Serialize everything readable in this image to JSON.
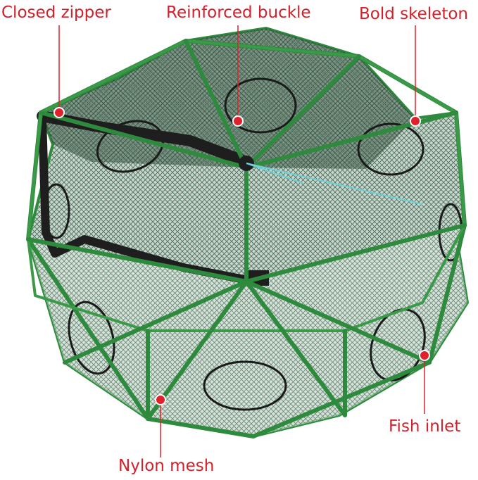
{
  "product": {
    "description": "Foldable green nylon fishing trap net with eight bold skeleton frames",
    "colors": {
      "frame": "#2e8b3e",
      "frame_dark": "#1d6b2b",
      "mesh": "#1f4a2c",
      "zipper": "#1e1e1e",
      "pointer": "#e0202a",
      "label_text": "#d3202a",
      "background": "#ffffff"
    }
  },
  "callouts": [
    {
      "id": "closed-zipper",
      "text": "Closed zipper"
    },
    {
      "id": "reinforced-buckle",
      "text": "Reinforced buckle"
    },
    {
      "id": "bold-skeleton",
      "text": "Bold skeleton"
    },
    {
      "id": "fish-inlet",
      "text": "Fish inlet"
    },
    {
      "id": "nylon-mesh",
      "text": "Nylon mesh"
    }
  ]
}
